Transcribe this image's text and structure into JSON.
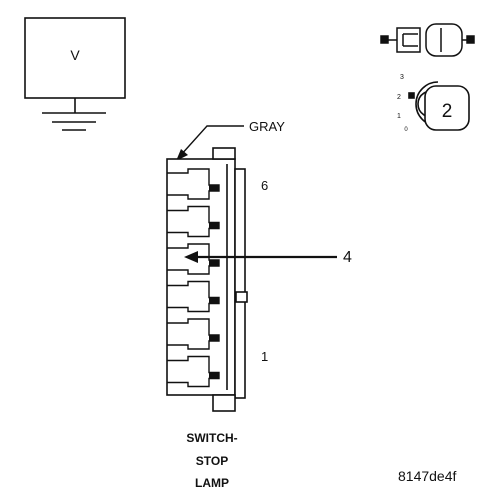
{
  "voltmeter": {
    "label": "V"
  },
  "connector": {
    "color_label": "GRAY",
    "pin_top": "6",
    "pin_bottom": "1",
    "callout": "4"
  },
  "legend": {
    "key_position": "2",
    "scale_marks": [
      "3",
      "2",
      "1",
      "0"
    ]
  },
  "component": {
    "name_lines": [
      "SWITCH-",
      "STOP",
      "LAMP"
    ]
  },
  "figure_id": "8147de4f"
}
